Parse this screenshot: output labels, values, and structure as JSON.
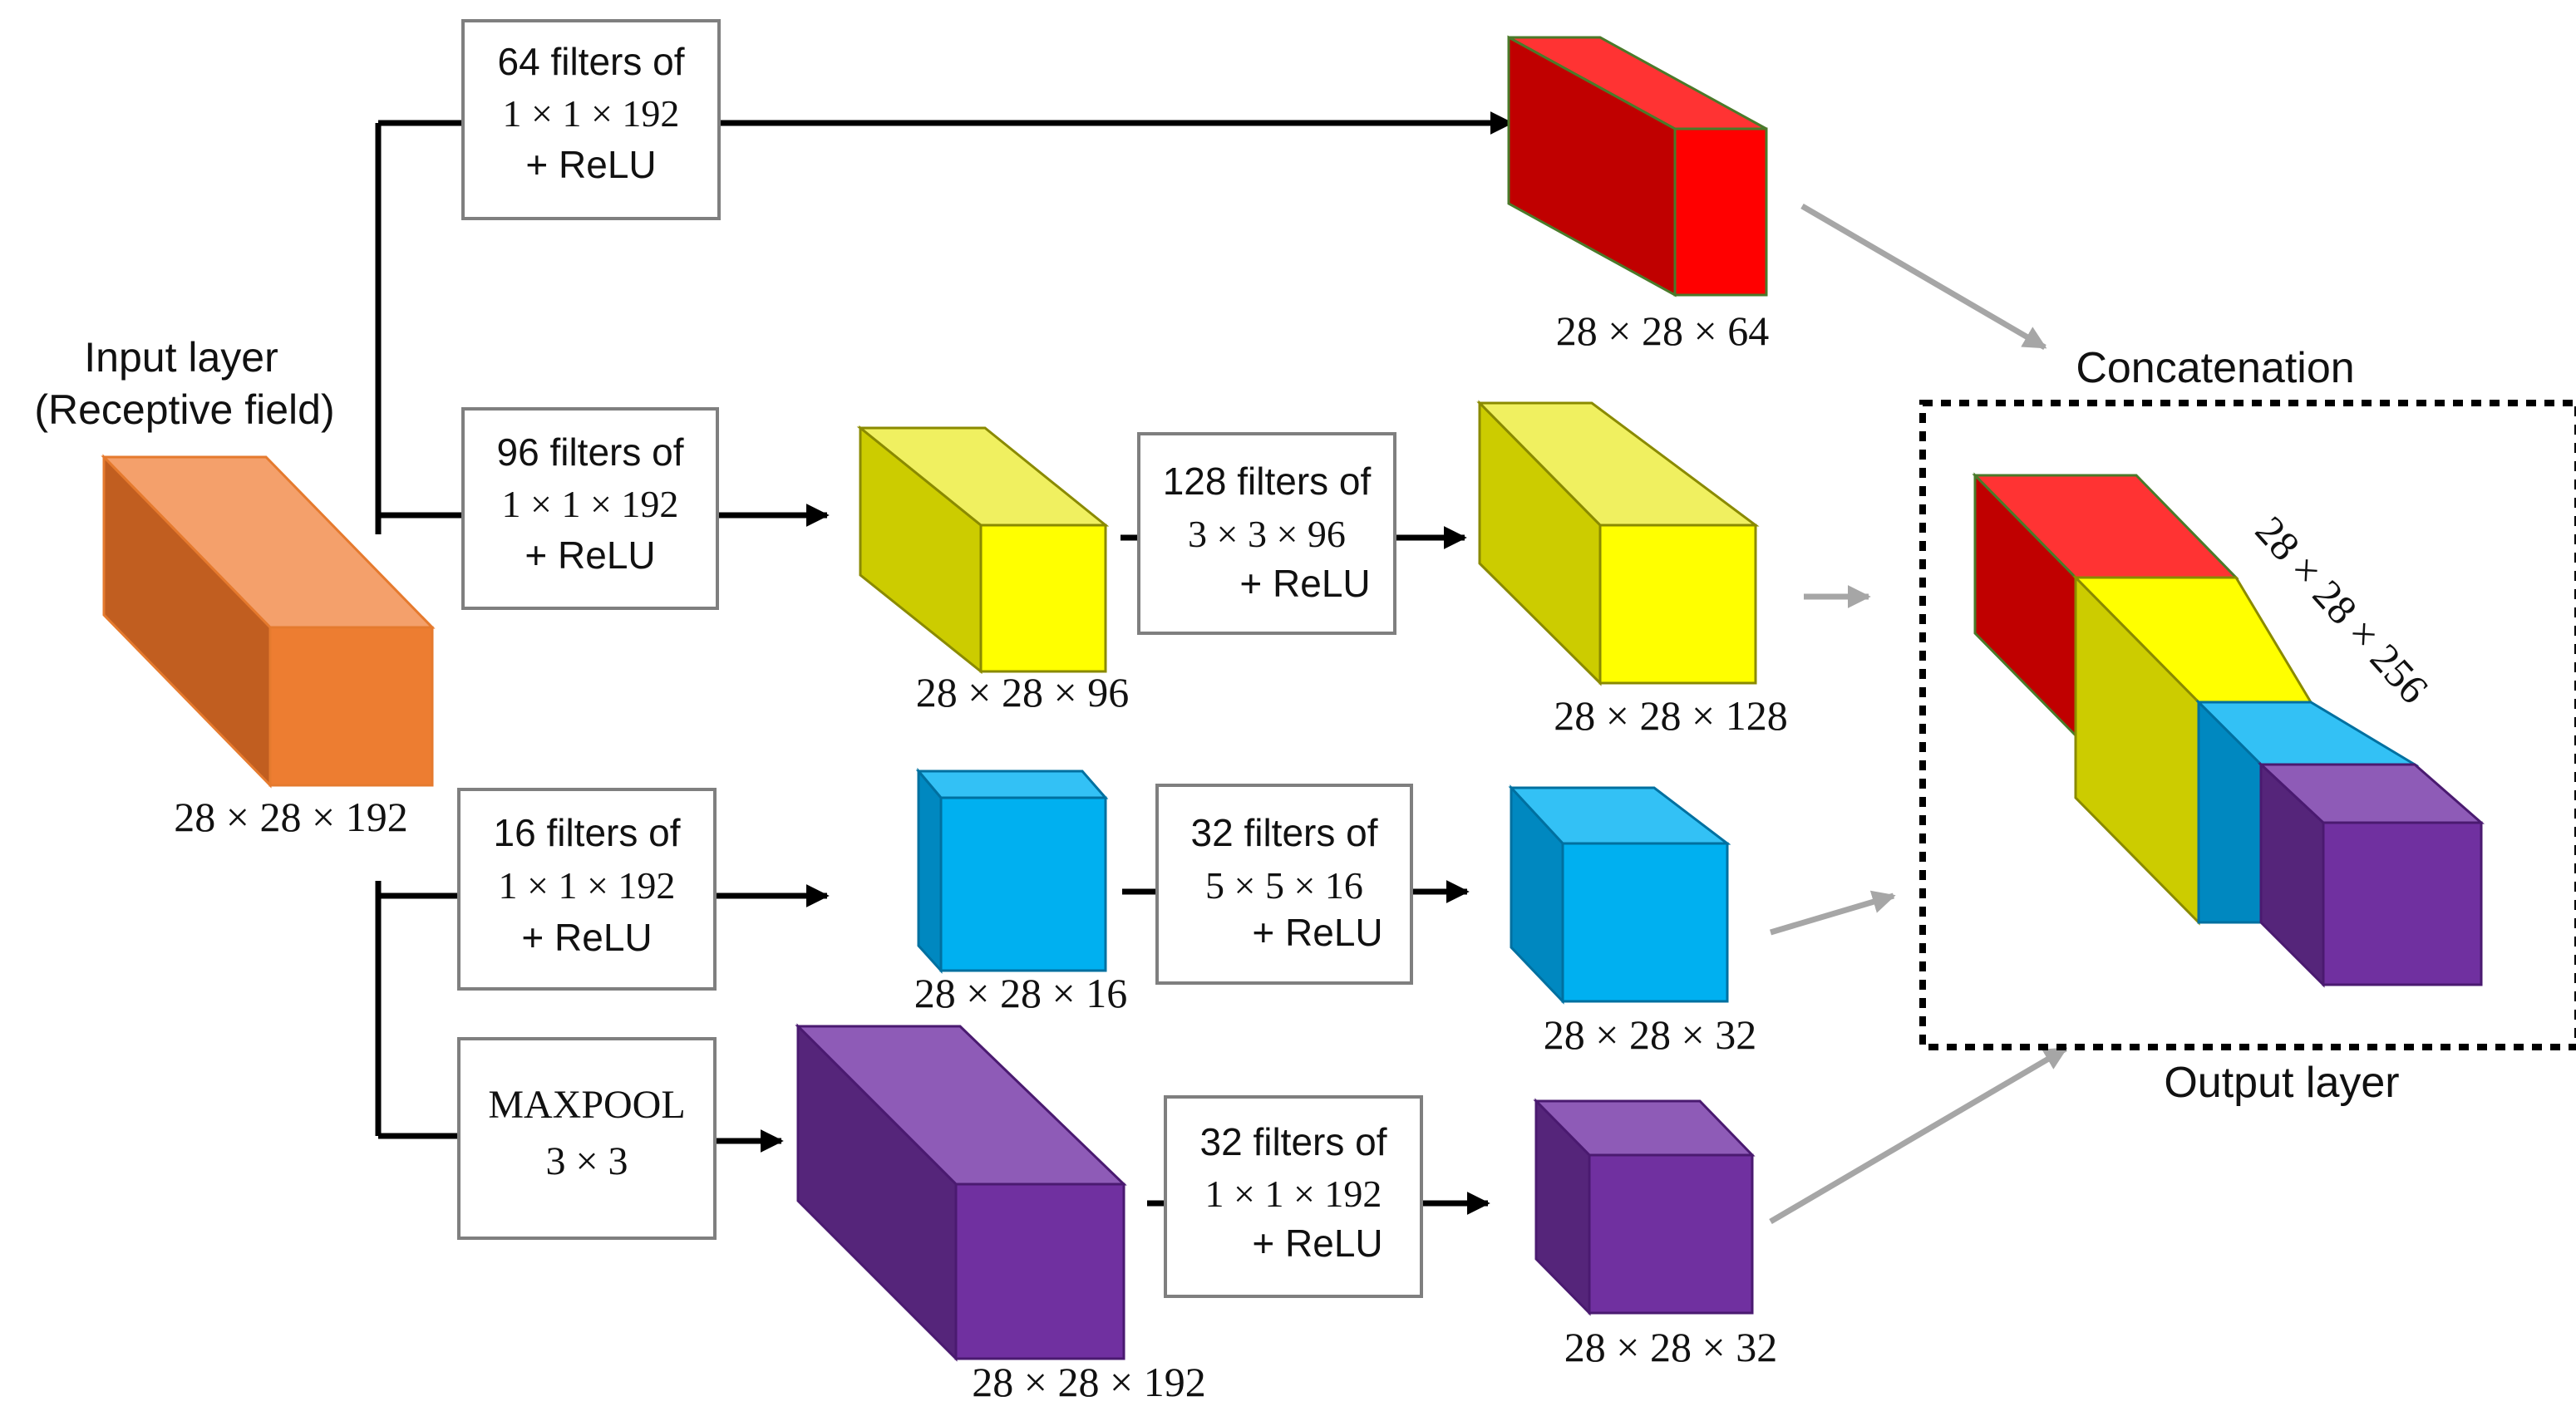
{
  "input": {
    "title_line1": "Input layer",
    "title_line2": "(Receptive field)",
    "dims": "28 × 28 × 192"
  },
  "branch1": {
    "op": [
      "64 filters of",
      "1 × 1 × 192",
      "+ ReLU"
    ],
    "out_dims": "28 × 28 × 64"
  },
  "branch2": {
    "op1": [
      "96 filters of",
      "1 × 1 × 192",
      "+ ReLU"
    ],
    "mid_dims": "28 × 28 × 96",
    "op2": [
      "128 filters of",
      "3 × 3 × 96",
      "+ ReLU"
    ],
    "out_dims": "28 × 28 × 128"
  },
  "branch3": {
    "op1": [
      "16 filters of",
      "1 × 1 × 192",
      "+ ReLU"
    ],
    "mid_dims": "28 × 28 × 16",
    "op2": [
      "32 filters of",
      "5 × 5 × 16",
      "+ ReLU"
    ],
    "out_dims": "28 × 28 × 32"
  },
  "branch4": {
    "op1": [
      "MAXPOOL",
      "3 × 3"
    ],
    "mid_dims": "28 × 28 × 192",
    "op2": [
      "32 filters of",
      "1 × 1 × 192",
      "+ ReLU"
    ],
    "out_dims": "28 × 28 × 32"
  },
  "output": {
    "concat_label": "Concatenation",
    "output_label": "Output layer",
    "dims": "28 × 28 × 256"
  },
  "colors": {
    "orange": "#ED7D31",
    "red": "#FF0000",
    "yellow": "#FFFF00",
    "blue": "#00B0F0",
    "purple": "#7030A0",
    "arrow_gray": "#A6A6A6"
  }
}
